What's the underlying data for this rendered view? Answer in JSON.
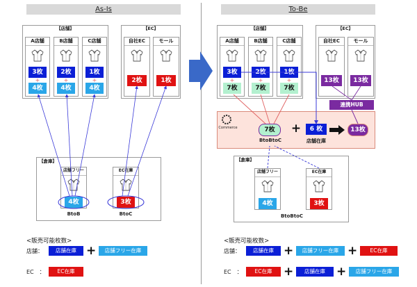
{
  "headers": {
    "asis": "As-Is",
    "tobe": "To-Be"
  },
  "asis": {
    "stores_label": "【店舗】",
    "ec_label": "【EC】",
    "stores": [
      {
        "name": "A店舗",
        "top": "3枚",
        "bottom": "4枚"
      },
      {
        "name": "B店舗",
        "top": "2枚",
        "bottom": "4枚"
      },
      {
        "name": "C店舗",
        "top": "1枚",
        "bottom": "4枚"
      }
    ],
    "ec": [
      {
        "name": "自社EC",
        "value": "2枚"
      },
      {
        "name": "モール",
        "value": "1枚"
      }
    ],
    "warehouse_label": "【倉庫】",
    "warehouse": [
      {
        "name": "店舗フリー",
        "value": "4枚",
        "sub": "BtoB"
      },
      {
        "name": "EC在庫",
        "value": "3枚",
        "sub": "BtoC"
      }
    ]
  },
  "tobe": {
    "stores_label": "【店舗】",
    "ec_label": "【EC】",
    "stores": [
      {
        "name": "A店舗",
        "top": "3枚",
        "bottom": "7枚"
      },
      {
        "name": "B店舗",
        "top": "2枚",
        "bottom": "7枚"
      },
      {
        "name": "C店舗",
        "top": "1枚",
        "bottom": "7枚"
      }
    ],
    "ec": [
      {
        "name": "自社EC",
        "value": "13枚"
      },
      {
        "name": "モール",
        "value": "13枚"
      }
    ],
    "hub": "連携HUB",
    "mid": {
      "brand": "Commerce",
      "pool": "7枚",
      "pool_label": "BtoBtoC",
      "store_stock": "6 枚",
      "store_stock_label": "店舗在庫",
      "total": "13枚"
    },
    "warehouse_label": "【倉庫】",
    "warehouse": [
      {
        "name": "店舗フリー",
        "value": "4枚"
      },
      {
        "name": "EC在庫",
        "value": "3枚"
      }
    ],
    "warehouse_sub": "BtoBtoC"
  },
  "legend": {
    "title": "<販売可能枚数>",
    "asis": {
      "store_label": "店舗：",
      "store_items": [
        "店舗在庫",
        "店舗フリー在庫"
      ],
      "ec_label": "EC　：",
      "ec_items": [
        "EC在庫"
      ]
    },
    "tobe": {
      "store_label": "店舗：",
      "store_items": [
        "店舗在庫",
        "店舗フリー在庫",
        "EC在庫"
      ],
      "ec_label": "EC　：",
      "ec_items": [
        "EC在庫",
        "店舗在庫",
        "店舗フリー在庫"
      ]
    }
  },
  "colors": {
    "store_stock": "#0b1fd6",
    "free_stock": "#2aa6e8",
    "ec_stock": "#e01212",
    "hub": "#7a2aa0",
    "arrow": "#3a69c8"
  }
}
